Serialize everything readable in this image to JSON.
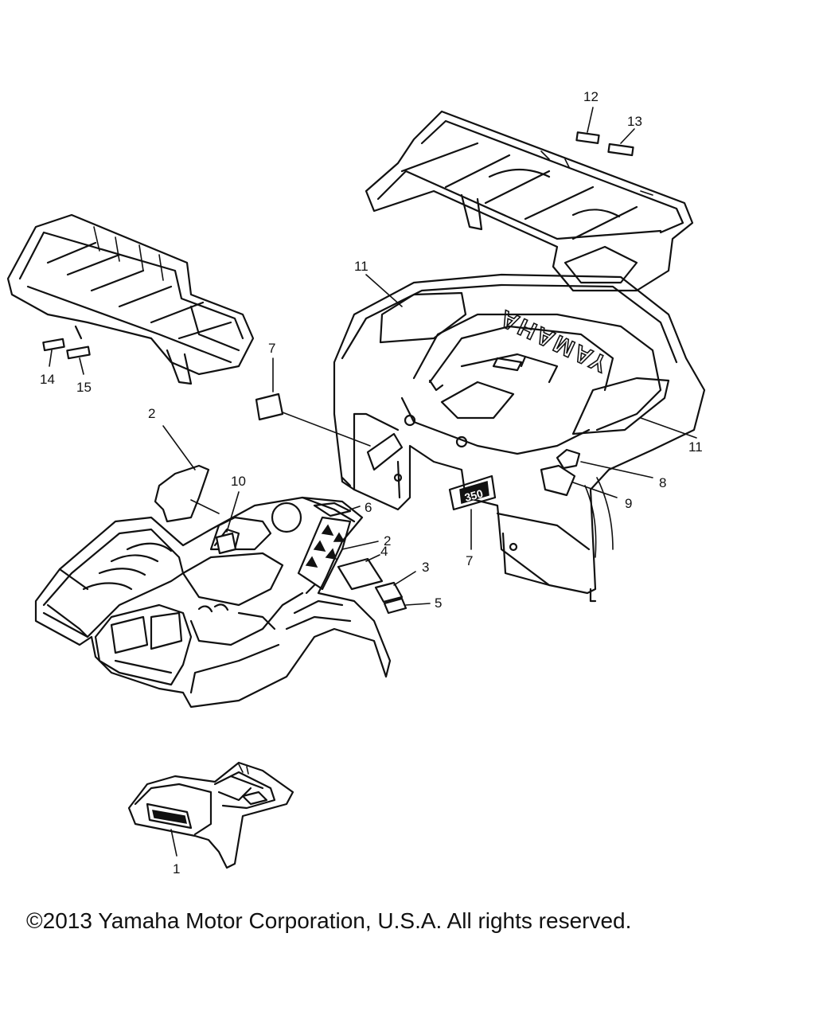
{
  "diagram": {
    "brand_lettering": "YAMAHA",
    "badge_lettering": "350",
    "callouts": {
      "c1": "1",
      "c2a": "2",
      "c2b": "2",
      "c3": "3",
      "c4": "4",
      "c5": "5",
      "c6": "6",
      "c7a": "7",
      "c7b": "7",
      "c8": "8",
      "c9": "9",
      "c10": "10",
      "c11a": "11",
      "c11b": "11",
      "c12": "12",
      "c13": "13",
      "c14": "14",
      "c15": "15"
    }
  },
  "footer": {
    "copyright": "©2013 Yamaha Motor Corporation, U.S.A. All rights reserved."
  }
}
